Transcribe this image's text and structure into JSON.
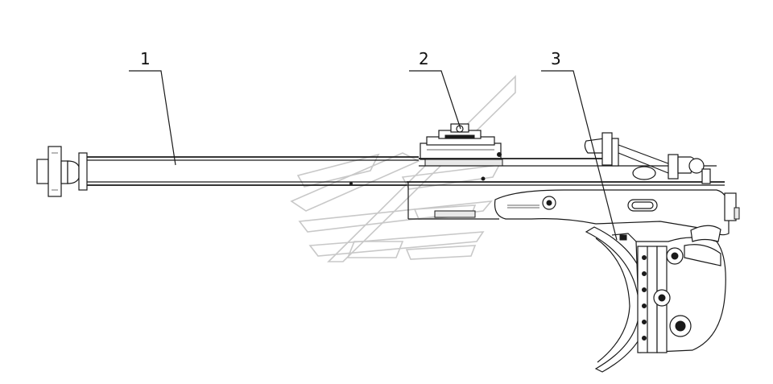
{
  "callouts": [
    {
      "id": "1",
      "label": "1"
    },
    {
      "id": "2",
      "label": "2"
    },
    {
      "id": "3",
      "label": "3"
    }
  ],
  "colors": {
    "line": "#1a1a1a",
    "watermark": "#c8c8c8",
    "background": "#ffffff"
  }
}
